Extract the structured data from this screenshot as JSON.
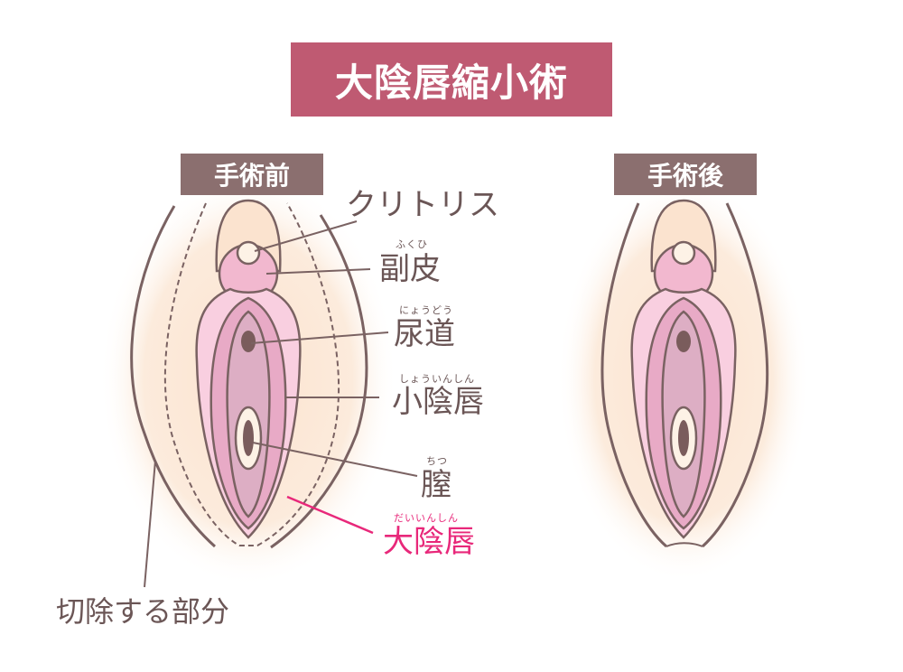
{
  "title": "大陰唇縮小術",
  "before_label": "手術前",
  "after_label": "手術後",
  "labels": [
    {
      "text": "クリトリス",
      "ruby": ""
    },
    {
      "text": "副皮",
      "ruby": "ふくひ"
    },
    {
      "text": "尿道",
      "ruby": "にょうどう"
    },
    {
      "text": "小陰唇",
      "ruby": "しょういんしん"
    },
    {
      "text": "膣",
      "ruby": "ちつ"
    },
    {
      "text": "大陰唇",
      "ruby": "だいいんしん"
    }
  ],
  "excision_label": "切除する部分",
  "colors": {
    "title_bg": "#bf5a72",
    "tag_bg": "#8b6f6f",
    "text": "#6b5656",
    "highlight": "#e8287a"
  }
}
